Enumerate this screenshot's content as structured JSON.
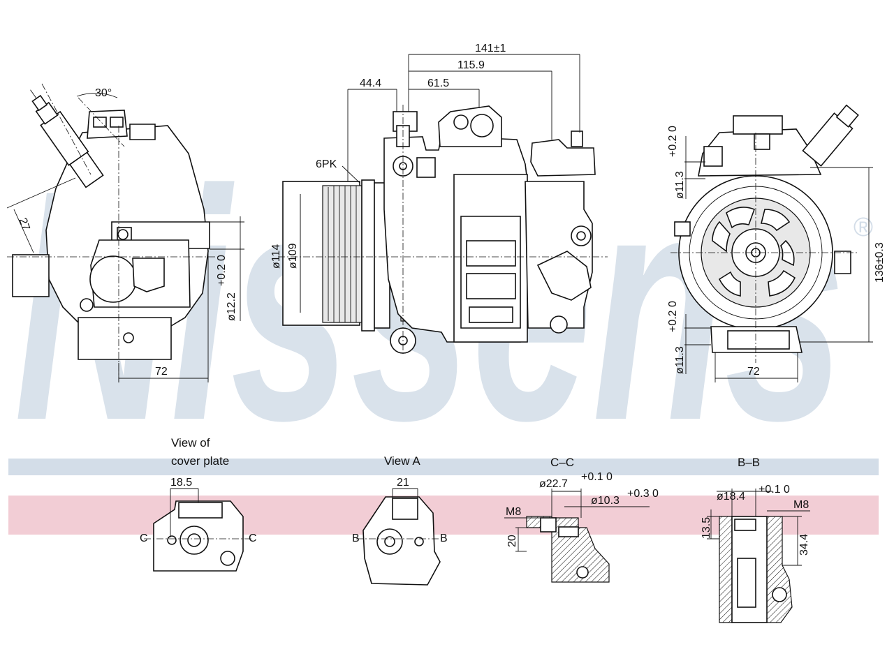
{
  "watermark": {
    "brand": "Nissens",
    "registered_mark": "®"
  },
  "colors": {
    "watermark_blue": "#d3dde8",
    "band_blue": "#d3dde8",
    "band_pink": "#f2cdd5",
    "line": "#111111"
  },
  "dimensions": {
    "top_141": "141±1",
    "top_115": "115.9",
    "top_44": "44.4",
    "top_61": "61.5",
    "belt": "6PK",
    "dia_114": "ø114",
    "dia_109": "ø109",
    "angle_30": "30°",
    "left_27": "27",
    "left_dia_12": "ø12.2",
    "left_dia_12_tol": "+0.2 0",
    "left_72": "72",
    "right_dia_11_top": "ø11.3",
    "right_dia_11_top_tol": "+0.2 0",
    "right_dia_11_bot": "ø11.3",
    "right_dia_11_bot_tol": "+0.2 0",
    "right_72": "72",
    "right_136": "136±0.3"
  },
  "views": {
    "cover_plate_line1": "View of",
    "cover_plate_line2": "cover plate",
    "cover_plate_dim": "18.5",
    "cover_plate_cut": "C",
    "view_a": "View A",
    "view_a_dim": "21",
    "view_a_cut": "B",
    "cc": "C–C",
    "cc_dia_22": "ø22.7",
    "cc_dia_22_tol": "+0.1 0",
    "cc_dia_10": "ø10.3",
    "cc_dia_10_tol": "+0.3 0",
    "cc_m8": "M8",
    "cc_20": "20",
    "bb": "B–B",
    "bb_dia_18": "ø18.4",
    "bb_dia_18_tol": "+0.1 0",
    "bb_m8": "M8",
    "bb_13": "13.5",
    "bb_34": "34.4"
  }
}
